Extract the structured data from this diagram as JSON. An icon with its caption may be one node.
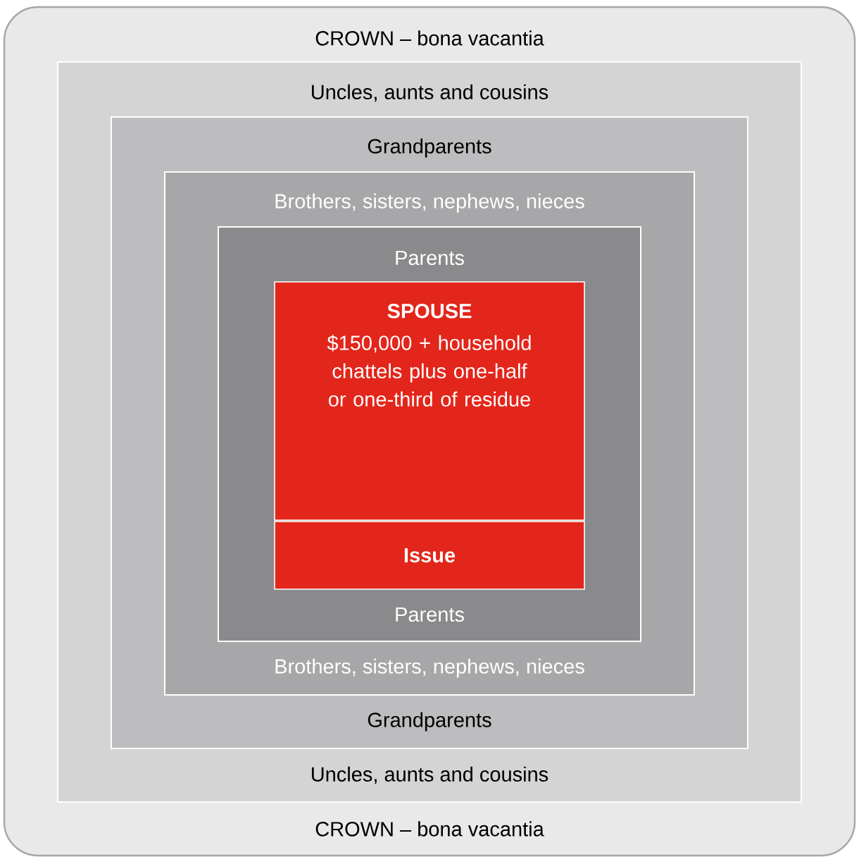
{
  "diagram": {
    "nodes": [
      {
        "text": [
          "CROWN – bona vacantia",
          "CROWN – bona vacantia"
        ]
      },
      {
        "text": [
          "Uncles, aunts and cousins",
          "Uncles, aunts and cousins"
        ],
        "in": 0
      },
      {
        "text": [
          "Grandparents",
          "Grandparents"
        ],
        "in": 1
      },
      {
        "text": [
          "Brothers, sisters, nephews, nieces",
          "Brothers, sisters, nephews, nieces"
        ],
        "in": 2
      },
      {
        "text": [
          "Parents",
          "Parents"
        ],
        "in": 3
      },
      {
        "text": [
          "SPOUSE",
          "$150,000 + household chattels plus one-half or one-third of residue"
        ],
        "in": 4
      },
      {
        "text": [
          "Issue"
        ],
        "in": 4
      }
    ]
  }
}
